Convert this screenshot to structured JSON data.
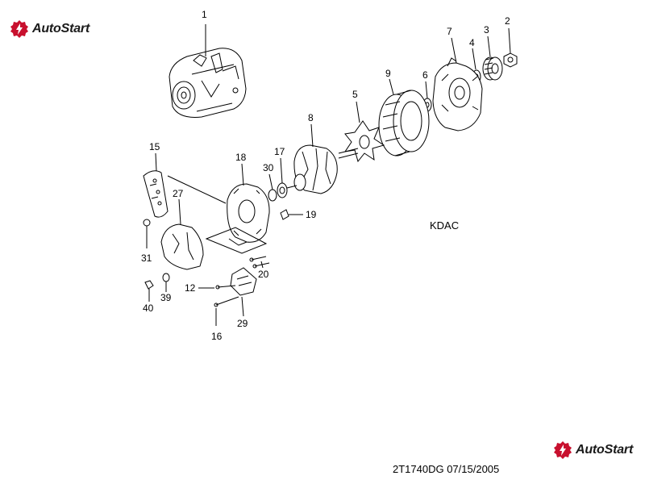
{
  "brand": {
    "name": "AutoStart",
    "accent": "#c8102e"
  },
  "labels": {
    "p1": "1",
    "p2": "2",
    "p3": "3",
    "p4": "4",
    "p5": "5",
    "p6": "6",
    "p7": "7",
    "p8": "8",
    "p9": "9",
    "p12": "12",
    "p15": "15",
    "p16": "16",
    "p17": "17",
    "p18": "18",
    "p19": "19",
    "p20": "20",
    "p27": "27",
    "p29": "29",
    "p30": "30",
    "p31": "31",
    "p39": "39",
    "p40": "40"
  },
  "manufacturer": "KDAC",
  "footer": "2T1740DG  07/15/2005"
}
